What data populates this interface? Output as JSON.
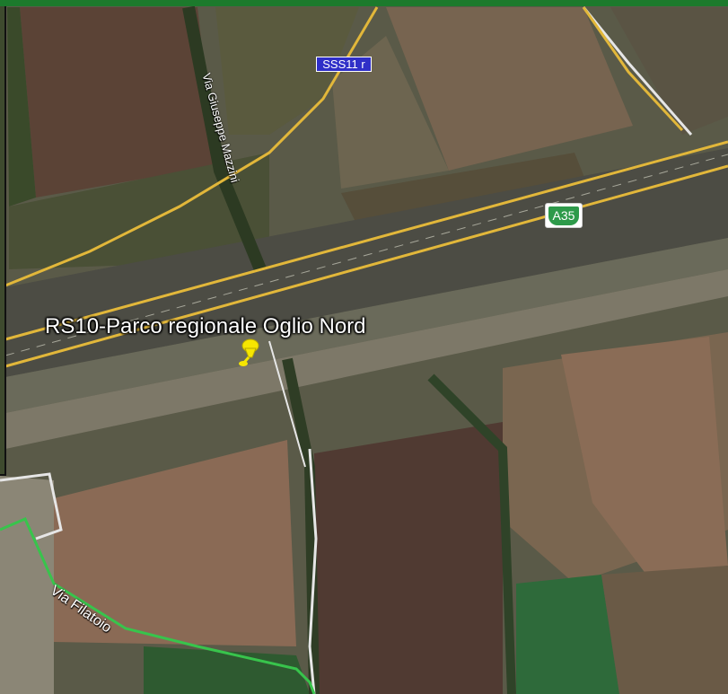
{
  "placemark": {
    "label": "RS10-Parco regionale Oglio Nord",
    "icon": "pushpin-icon",
    "color": "#f6e600"
  },
  "roads": {
    "street_1": "Via Giuseppe Mazzini",
    "street_2": "Via Filatoio",
    "shield_1": "SSS11 r",
    "shield_2": "A35"
  },
  "colors": {
    "top_bar": "#1c7a2c",
    "highway": "#e2b73a",
    "boundary": "#38c44c",
    "local_road": "#e6e6e6"
  }
}
